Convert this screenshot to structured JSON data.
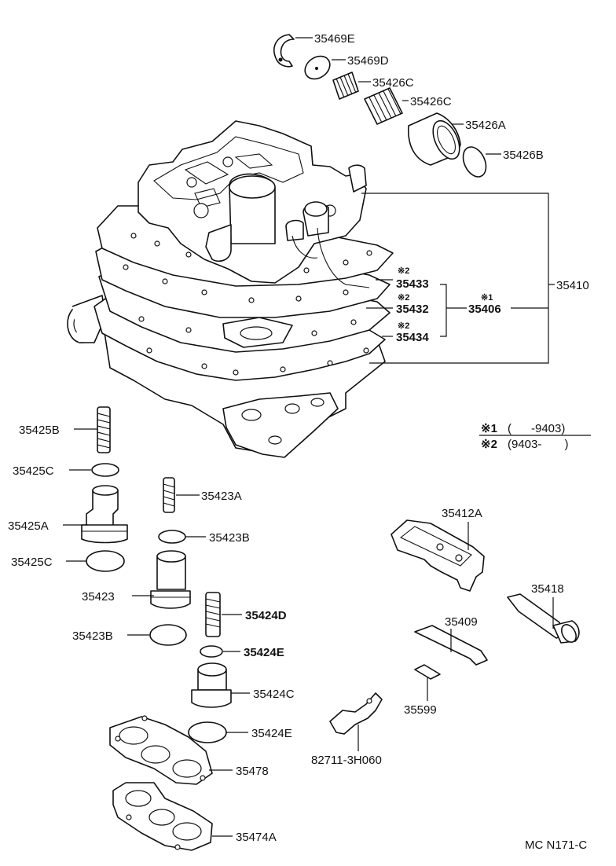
{
  "labels": {
    "p35469E": "35469E",
    "p35469D": "35469D",
    "p35426C_1": "35426C",
    "p35426C_2": "35426C",
    "p35426A": "35426A",
    "p35426B": "35426B",
    "p35410": "35410",
    "p35433": "35433",
    "p35432": "35432",
    "p35434": "35434",
    "p35406": "35406",
    "note2": "※2",
    "note1": "※1",
    "p35425B": "35425B",
    "p35425C_1": "35425C",
    "p35425A": "35425A",
    "p35425C_2": "35425C",
    "p35423A": "35423A",
    "p35423B_1": "35423B",
    "p35423": "35423",
    "p35423B_2": "35423B",
    "p35424D": "35424D",
    "p35424E_1": "35424E",
    "p35424C": "35424C",
    "p35424E_2": "35424E",
    "p35478": "35478",
    "p35474A": "35474A",
    "p35412A": "35412A",
    "p35418": "35418",
    "p35409": "35409",
    "p35599": "35599",
    "p82711": "82711-3H060",
    "code": "MC N171-C"
  },
  "legend": {
    "row1_mark": "※1",
    "row1_text": "(      -9403)",
    "row2_mark": "※2",
    "row2_text": "(9403-       )"
  }
}
